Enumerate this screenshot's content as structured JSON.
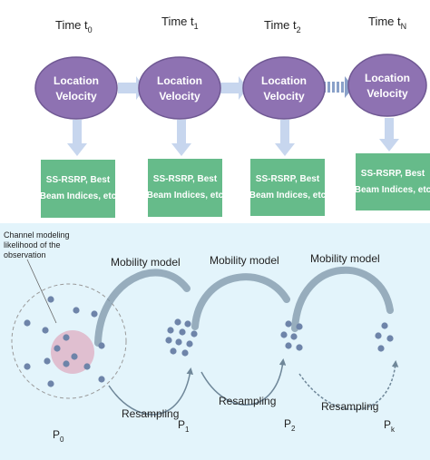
{
  "timeline": {
    "times": [
      {
        "base": "Time t",
        "sub": "0"
      },
      {
        "base": "Time t",
        "sub": "1"
      },
      {
        "base": "Time t",
        "sub": "2"
      },
      {
        "base": "Time t",
        "sub": "N"
      }
    ],
    "state_line1": "Location",
    "state_line2": "Velocity",
    "obs_line1": "SS-RSRP, Best",
    "obs_line2": "Beam Indices, etc"
  },
  "filter": {
    "channel_note": [
      "Channel modeling",
      "likelihood of the",
      "observation"
    ],
    "mobility_label": "Mobility model",
    "resampling_label": "Resampling",
    "particle_sets": [
      {
        "base": "P",
        "sub": "0"
      },
      {
        "base": "P",
        "sub": "1"
      },
      {
        "base": "P",
        "sub": "2"
      },
      {
        "base": "P",
        "sub": "k"
      }
    ]
  },
  "colors": {
    "ellipse": "#8e72b2",
    "ellipse_edge": "#6f5893",
    "obs_box": "#66bb8a",
    "arrow": "#c7d6ee",
    "panel": "#e3f4fb",
    "particle": "#6e84a9",
    "highlight": "#e0bfd0",
    "cycle": "#7e96a8"
  }
}
